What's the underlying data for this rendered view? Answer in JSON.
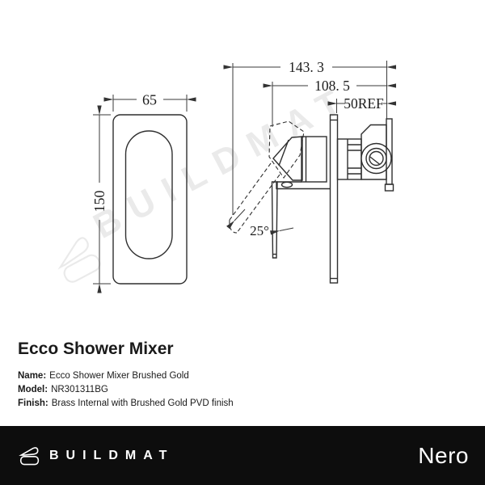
{
  "drawing": {
    "watermark": "BUILDMAT",
    "front_view": {
      "width_dim": "65",
      "height_dim": "150"
    },
    "side_view": {
      "total_depth_dim": "143. 3",
      "body_depth_dim": "108. 5",
      "ref_dim": "50REF",
      "handle_angle": "25°"
    }
  },
  "product": {
    "title": "Ecco Shower Mixer",
    "specs": [
      {
        "label": "Name:",
        "value": "Ecco Shower Mixer Brushed Gold"
      },
      {
        "label": "Model:",
        "value": "NR301311BG"
      },
      {
        "label": "Finish:",
        "value": "Brass Internal with Brushed Gold PVD finish"
      }
    ]
  },
  "footer": {
    "brand": "BUILDMAT",
    "partner_brand": "Nero",
    "bg_color": "#0d0d0d",
    "line_color": "#2f2f2f"
  }
}
